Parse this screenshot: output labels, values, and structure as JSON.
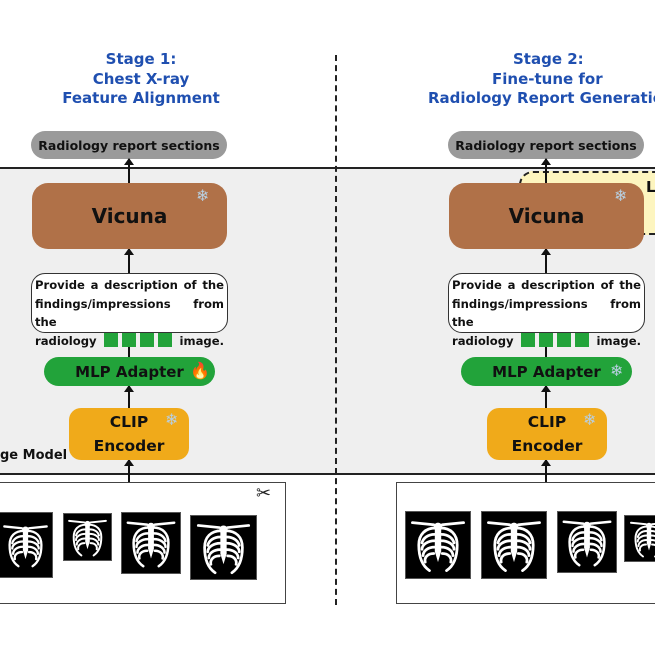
{
  "stage1": {
    "title_lines": [
      "Stage 1:",
      "Chest X-ray",
      "Feature Alignment"
    ],
    "output_label": "Radiology report sections",
    "llm_label": "Vicuna",
    "prompt_text_1": "Provide a description of the findings/impressions from the",
    "prompt_text_2": "radiology",
    "prompt_text_3": "image.",
    "adapter_label": "MLP Adapter",
    "encoder_lines": [
      "CLIP",
      "Encoder"
    ],
    "panel_label": "ge Model",
    "icons": {
      "llm": "snowflake-icon",
      "adapter": "fire-icon",
      "encoder": "snowflake-icon",
      "crop": "scissors-icon"
    }
  },
  "stage2": {
    "title_lines": [
      "Stage 2:",
      "Fine-tune for",
      "Radiology Report Generation"
    ],
    "output_label": "Radiology report sections",
    "llm_label": "Vicuna",
    "lora_label": "L",
    "prompt_text_1": "Provide a description of the findings/impressions from the",
    "prompt_text_2": "radiology",
    "prompt_text_3": "image.",
    "adapter_label": "MLP Adapter",
    "encoder_lines": [
      "CLIP",
      "Encoder"
    ],
    "icons": {
      "llm": "snowflake-icon",
      "adapter": "snowflake-icon",
      "encoder": "snowflake-icon"
    }
  },
  "colors": {
    "title": "#1f4fb0",
    "llm": "#b07148",
    "adapter": "#22a33a",
    "encoder": "#f0aa1a",
    "lora": "#fdf5bf"
  }
}
